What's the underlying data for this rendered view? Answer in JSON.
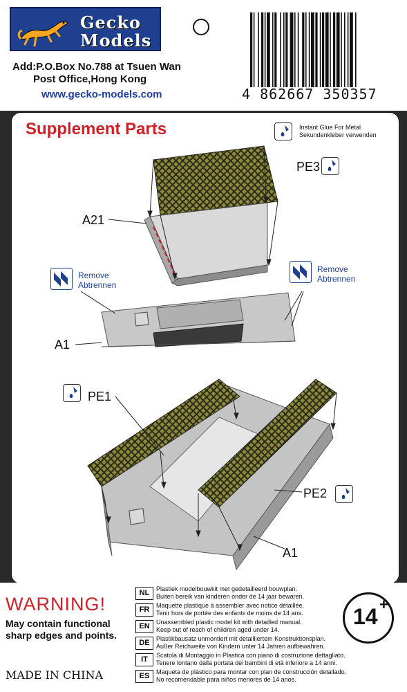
{
  "header": {
    "logo_line1": "Gecko",
    "logo_line2": "Models",
    "address_line1": "Add:P.O.Box No.788 at Tsuen Wan",
    "address_line2": "Post Office,Hong Kong",
    "website": "www.gecko-models.com",
    "barcode_number": "4 862667 350357"
  },
  "panel": {
    "title": "Supplement Parts",
    "glue_legend_line1": "Instant Glue For Metal",
    "glue_legend_line2": "Sekundenkleber verwenden",
    "callouts": {
      "pe3": "PE3",
      "a21": "A21",
      "a1_top": "A1",
      "pe1": "PE1",
      "pe2": "PE2",
      "a1_bottom": "A1"
    },
    "remove_left": {
      "en": "Remove",
      "de": "Abtrennen"
    },
    "remove_right": {
      "en": "Remove",
      "de": "Abtrennen"
    }
  },
  "footer": {
    "warning_title": "WARNING!",
    "warning_line1": "May contain functional",
    "warning_line2": "sharp edges and points.",
    "made_in": "MADE IN CHINA",
    "age": "14",
    "age_plus": "+",
    "languages": [
      {
        "code": "NL",
        "line1": "Plastiek modelbouwkit met gedetailleerd bouwplan.",
        "line2": "Buiten bereik van kinderen onder de 14 jaar bewaren."
      },
      {
        "code": "FR",
        "line1": "Maquette plastique à assembler avec notice détaillée.",
        "line2": "Tenir hors de portée des enfants de moins de 14 ans."
      },
      {
        "code": "EN",
        "line1": "Unassembled plastic model kit with detailled manual.",
        "line2": "Keep out of reach of children aged under 14."
      },
      {
        "code": "DE",
        "line1": "Plastikbausatz unmontiert mit detailliertem Konstruktionsplan.",
        "line2": "Außer Reichweite von Kindern unter 14 Jahren aufbewahren."
      },
      {
        "code": "IT",
        "line1": "Scatola di Montaggio in Plastica con piano di costruzione dettagliato.",
        "line2": "Tenere lontano dalla portata dei bambini di età inferiore a 14 anni."
      },
      {
        "code": "ES",
        "line1": "Maqueta de plástico para montar con plan de construcción detallado.",
        "line2": "No recomendable para niños menores de 14 anos."
      }
    ]
  },
  "colors": {
    "brand_blue": "#1f3f8f",
    "warning_red": "#d31f26",
    "mesh_green": "#6b6a2a",
    "plastic_gray": "#b9b9b9"
  }
}
